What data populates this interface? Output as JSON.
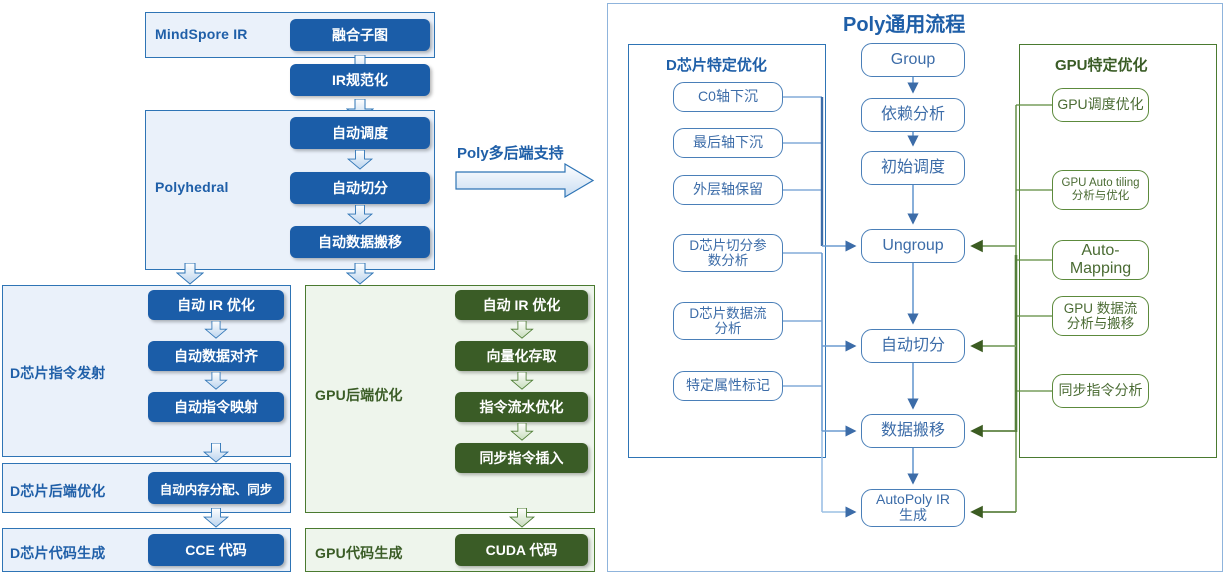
{
  "left": {
    "sections": [
      {
        "label": "MindSpore IR",
        "chips": [
          "融合子图"
        ]
      },
      {
        "label": "Polyhedral",
        "chips": [
          "自动调度",
          "自动切分",
          "自动数据搬移"
        ]
      },
      {
        "label": "D芯片指令发射",
        "chips": [
          "自动 IR 优化",
          "自动数据对齐",
          "自动指令映射"
        ]
      },
      {
        "label": "D芯片后端优化",
        "chips": [
          "自动内存分配、同步"
        ]
      },
      {
        "label": "D芯片代码生成",
        "chips": [
          "CCE 代码"
        ]
      },
      {
        "label": "GPU后端优化",
        "chips": [
          "自动 IR 优化",
          "向量化存取",
          "指令流水优化",
          "同步指令插入"
        ]
      },
      {
        "label": "GPU代码生成",
        "chips": [
          "CUDA 代码"
        ]
      }
    ],
    "standalone_chip": "IR规范化",
    "bridge_arrow_caption": "Poly多后端支持"
  },
  "right": {
    "title": "Poly通用流程",
    "dchip": {
      "title": "D芯片特定优化",
      "items": [
        "C0轴下沉",
        "最后轴下沉",
        "外层轴保留",
        "D芯片切分参\n数分析",
        "D芯片数据流\n分析",
        "特定属性标记"
      ]
    },
    "center": {
      "items": [
        "Group",
        "依赖分析",
        "初始调度",
        "Ungroup",
        "自动切分",
        "数据搬移",
        "AutoPoly IR\n生成"
      ]
    },
    "gpu": {
      "title": "GPU特定优化",
      "items": [
        "GPU调度优化",
        "GPU Auto tiling\n分析与优化",
        "Auto-\nMapping",
        "GPU 数据流\n分析与搬移",
        "同步指令分析"
      ]
    }
  },
  "colors": {
    "blue_fill": "#1B5DA8",
    "green_fill": "#3A5C26",
    "blue_panel_bg": "#EAF1FA",
    "green_panel_bg": "#EEF5EC",
    "blue_stroke": "#2E74B5",
    "green_stroke": "#4A7A30",
    "blue_text": "#1F5FA8",
    "green_text": "#3A5C26"
  }
}
